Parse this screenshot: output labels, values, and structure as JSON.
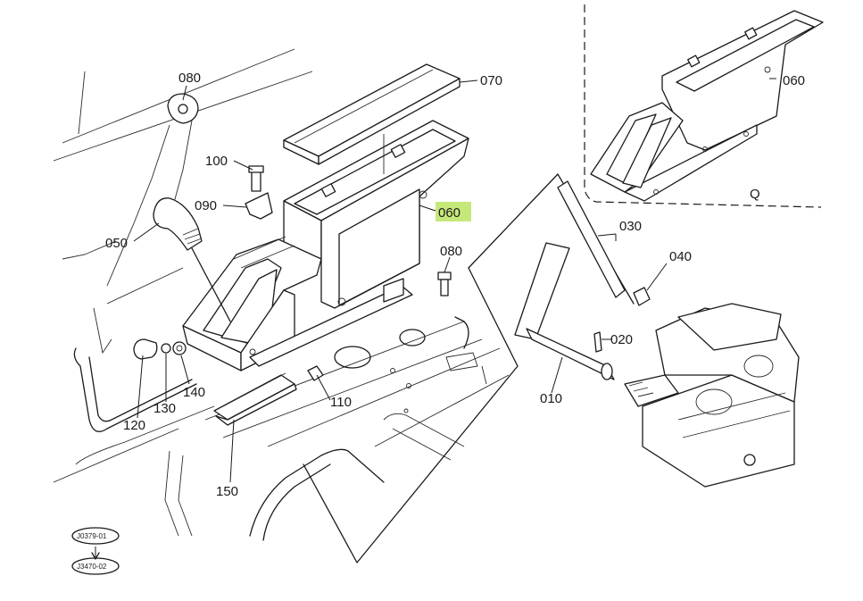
{
  "diagram": {
    "highlight_color": "#c6e87a",
    "labels": {
      "p080_top": "080",
      "p070": "070",
      "p100": "100",
      "p090": "090",
      "p060": "060",
      "p050": "050",
      "p080_mid": "080",
      "p060_inset": "060",
      "p030": "030",
      "p040": "040",
      "p020": "020",
      "p010": "010",
      "p120": "120",
      "p130": "130",
      "p140": "140",
      "p110": "110",
      "p150": "150",
      "view_q": "Q"
    },
    "refs": {
      "ref_a": "J0379-01",
      "ref_b": "J3470-02"
    }
  }
}
